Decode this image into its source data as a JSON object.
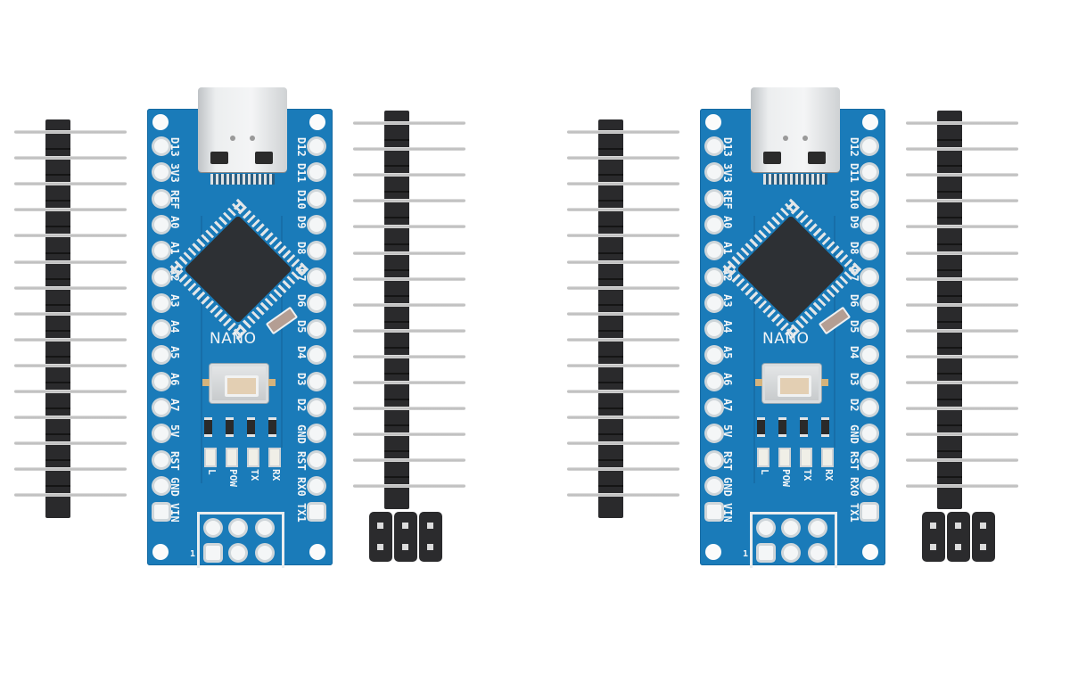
{
  "scene": {
    "description": "Product photo: two Arduino Nano-compatible boards with USB Type-C connector, each shown with two 15-pin male headers and a 2x3 ICSP header",
    "background_color": "#ffffff",
    "board_color": "#1a7bb9"
  },
  "kits": [
    {
      "board": {
        "silkscreen_name": "NANO",
        "connector": "USB Type-C",
        "left_pins": [
          "D13",
          "3V3",
          "REF",
          "A0",
          "A1",
          "A2",
          "A3",
          "A4",
          "A5",
          "A6",
          "A7",
          "5V",
          "RST",
          "GND",
          "VIN"
        ],
        "right_pins": [
          "D12",
          "D11",
          "D10",
          "D9",
          "D8",
          "D7",
          "D6",
          "D5",
          "D4",
          "D3",
          "D2",
          "GND",
          "RST",
          "RX0",
          "TX1"
        ],
        "leds": [
          "L",
          "POW",
          "TX",
          "RX"
        ],
        "isp_pin1_label": "1"
      },
      "headers": {
        "long_strip_pins": 15,
        "long_strip_count": 2,
        "icsp": "2x3"
      }
    },
    {
      "board": {
        "silkscreen_name": "NANO",
        "connector": "USB Type-C",
        "left_pins": [
          "D13",
          "3V3",
          "REF",
          "A0",
          "A1",
          "A2",
          "A3",
          "A4",
          "A5",
          "A6",
          "A7",
          "5V",
          "RST",
          "GND",
          "VIN"
        ],
        "right_pins": [
          "D12",
          "D11",
          "D10",
          "D9",
          "D8",
          "D7",
          "D6",
          "D5",
          "D4",
          "D3",
          "D2",
          "GND",
          "RST",
          "RX0",
          "TX1"
        ],
        "leds": [
          "L",
          "POW",
          "TX",
          "RX"
        ],
        "isp_pin1_label": "1"
      },
      "headers": {
        "long_strip_pins": 15,
        "long_strip_count": 2,
        "icsp": "2x3"
      }
    }
  ]
}
